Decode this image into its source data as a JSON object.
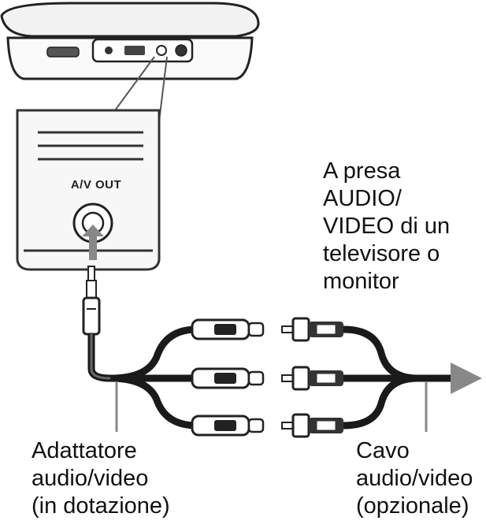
{
  "diagram": {
    "port_label": "A/V OUT",
    "destination_label": [
      "A presa",
      "AUDIO/",
      "VIDEO di un",
      "televisore o",
      "monitor"
    ],
    "adapter_label": [
      "Adattatore",
      "audio/video",
      "(in dotazione)"
    ],
    "cable_label": [
      "Cavo",
      "audio/video",
      "(opzionale)"
    ]
  },
  "colors": {
    "line": "#222222",
    "cable": "#1a1a1a",
    "arrow": "#888888",
    "panel_fill": "#f7f7f7"
  }
}
